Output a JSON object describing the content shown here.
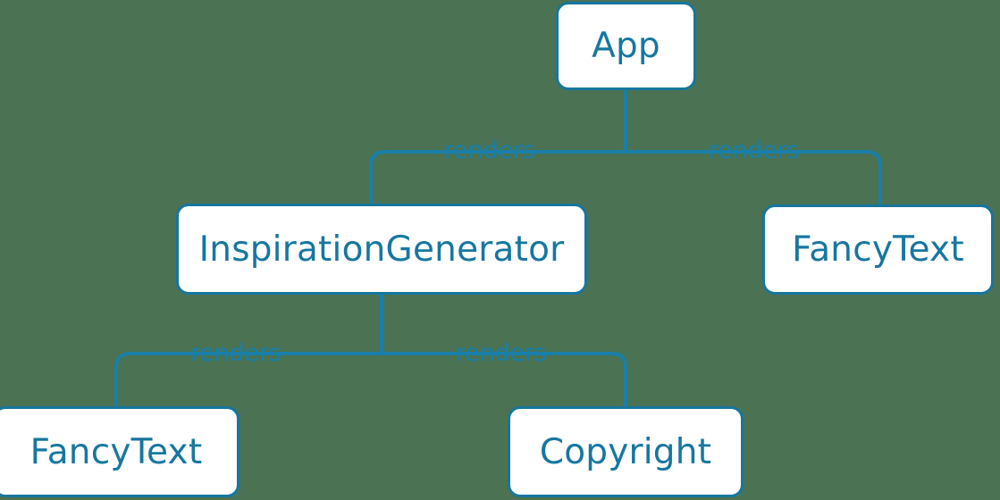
{
  "diagram": {
    "type": "component-tree",
    "background_color": "#4a7253",
    "node_fill_color": "#ffffff",
    "node_border_color": "#17769e",
    "node_text_color": "#1777a0",
    "edge_color": "#1a7fa8",
    "edge_label_color": "#1a7fa8",
    "nodes": [
      {
        "id": "app",
        "label": "App"
      },
      {
        "id": "inspgen",
        "label": "InspirationGenerator"
      },
      {
        "id": "fancy_right",
        "label": "FancyText"
      },
      {
        "id": "fancy_bottom",
        "label": "FancyText"
      },
      {
        "id": "copyright",
        "label": "Copyright"
      }
    ],
    "edges": [
      {
        "from": "app",
        "to": "inspgen",
        "label": "renders"
      },
      {
        "from": "app",
        "to": "fancy_right",
        "label": "renders"
      },
      {
        "from": "inspgen",
        "to": "fancy_bottom",
        "label": "renders"
      },
      {
        "from": "inspgen",
        "to": "copyright",
        "label": "renders"
      }
    ]
  }
}
